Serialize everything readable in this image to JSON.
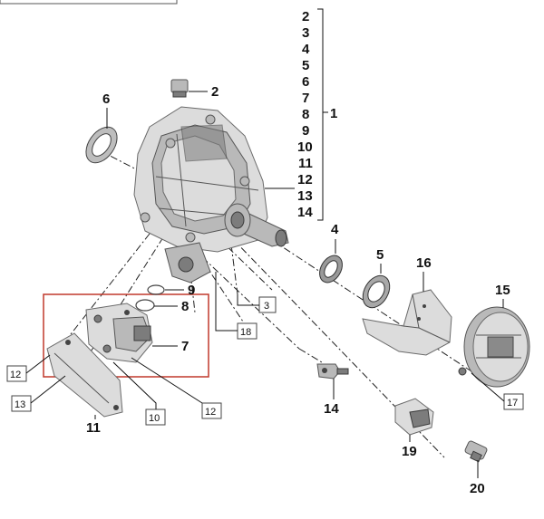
{
  "callouts": {
    "c1": "1",
    "c2": "2",
    "c4": "4",
    "c5": "5",
    "c6": "6",
    "c7": "7",
    "c8": "8",
    "c9": "9",
    "c11": "11",
    "c14": "14",
    "c15": "15",
    "c16": "16",
    "c19": "19",
    "c20": "20"
  },
  "kit_list": [
    "2",
    "3",
    "4",
    "5",
    "6",
    "7",
    "8",
    "9",
    "10",
    "11",
    "12",
    "13",
    "14"
  ],
  "boxed_refs": {
    "b3": "3",
    "b10": "10",
    "b12a": "12",
    "b12b": "12",
    "b13": "13",
    "b17": "17",
    "b18": "18"
  },
  "colors": {
    "highlight_frame": "#c0392b",
    "ink": "#111111"
  }
}
